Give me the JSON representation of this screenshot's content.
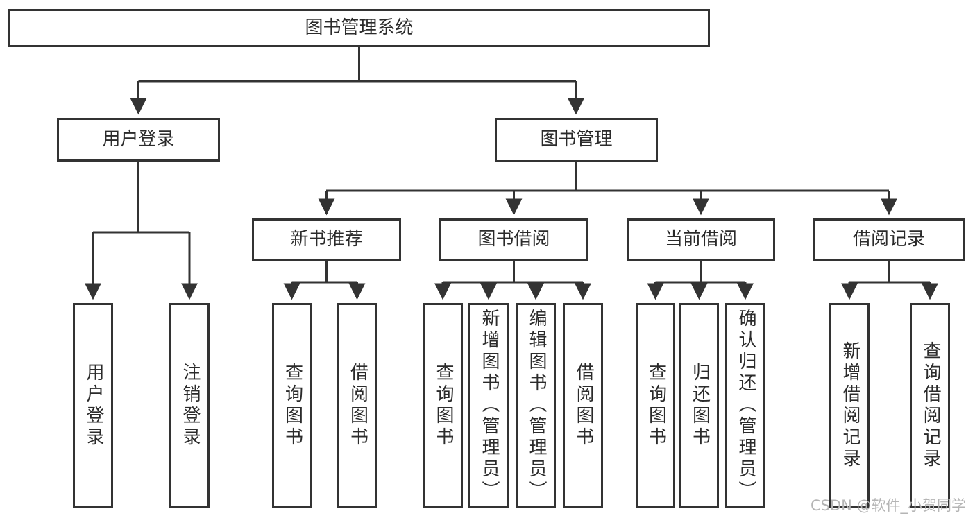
{
  "watermark": "CSDN @软件_小贺同学",
  "colors": {
    "line": "#333333",
    "text": "#2b2b2b",
    "box_fill": "#ffffff",
    "watermark": "#b5b5b5",
    "background": "#ffffff"
  },
  "tree": {
    "root": {
      "label": "图书管理系统"
    },
    "children": [
      {
        "label": "用户登录",
        "children": [
          {
            "label": "用户登录"
          },
          {
            "label": "注销登录"
          }
        ]
      },
      {
        "label": "图书管理",
        "children": [
          {
            "label": "新书推荐",
            "children": [
              {
                "label": "查询图书"
              },
              {
                "label": "借阅图书"
              }
            ]
          },
          {
            "label": "图书借阅",
            "children": [
              {
                "label": "查询图书"
              },
              {
                "label": "新增图书（管理员）"
              },
              {
                "label": "编辑图书（管理员）"
              },
              {
                "label": "借阅图书"
              }
            ]
          },
          {
            "label": "当前借阅",
            "children": [
              {
                "label": "查询图书"
              },
              {
                "label": "归还图书"
              },
              {
                "label": "确认归还（管理员）"
              }
            ]
          },
          {
            "label": "借阅记录",
            "children": [
              {
                "label": "新增借阅记录"
              },
              {
                "label": "查询借阅记录"
              }
            ]
          }
        ]
      }
    ]
  }
}
